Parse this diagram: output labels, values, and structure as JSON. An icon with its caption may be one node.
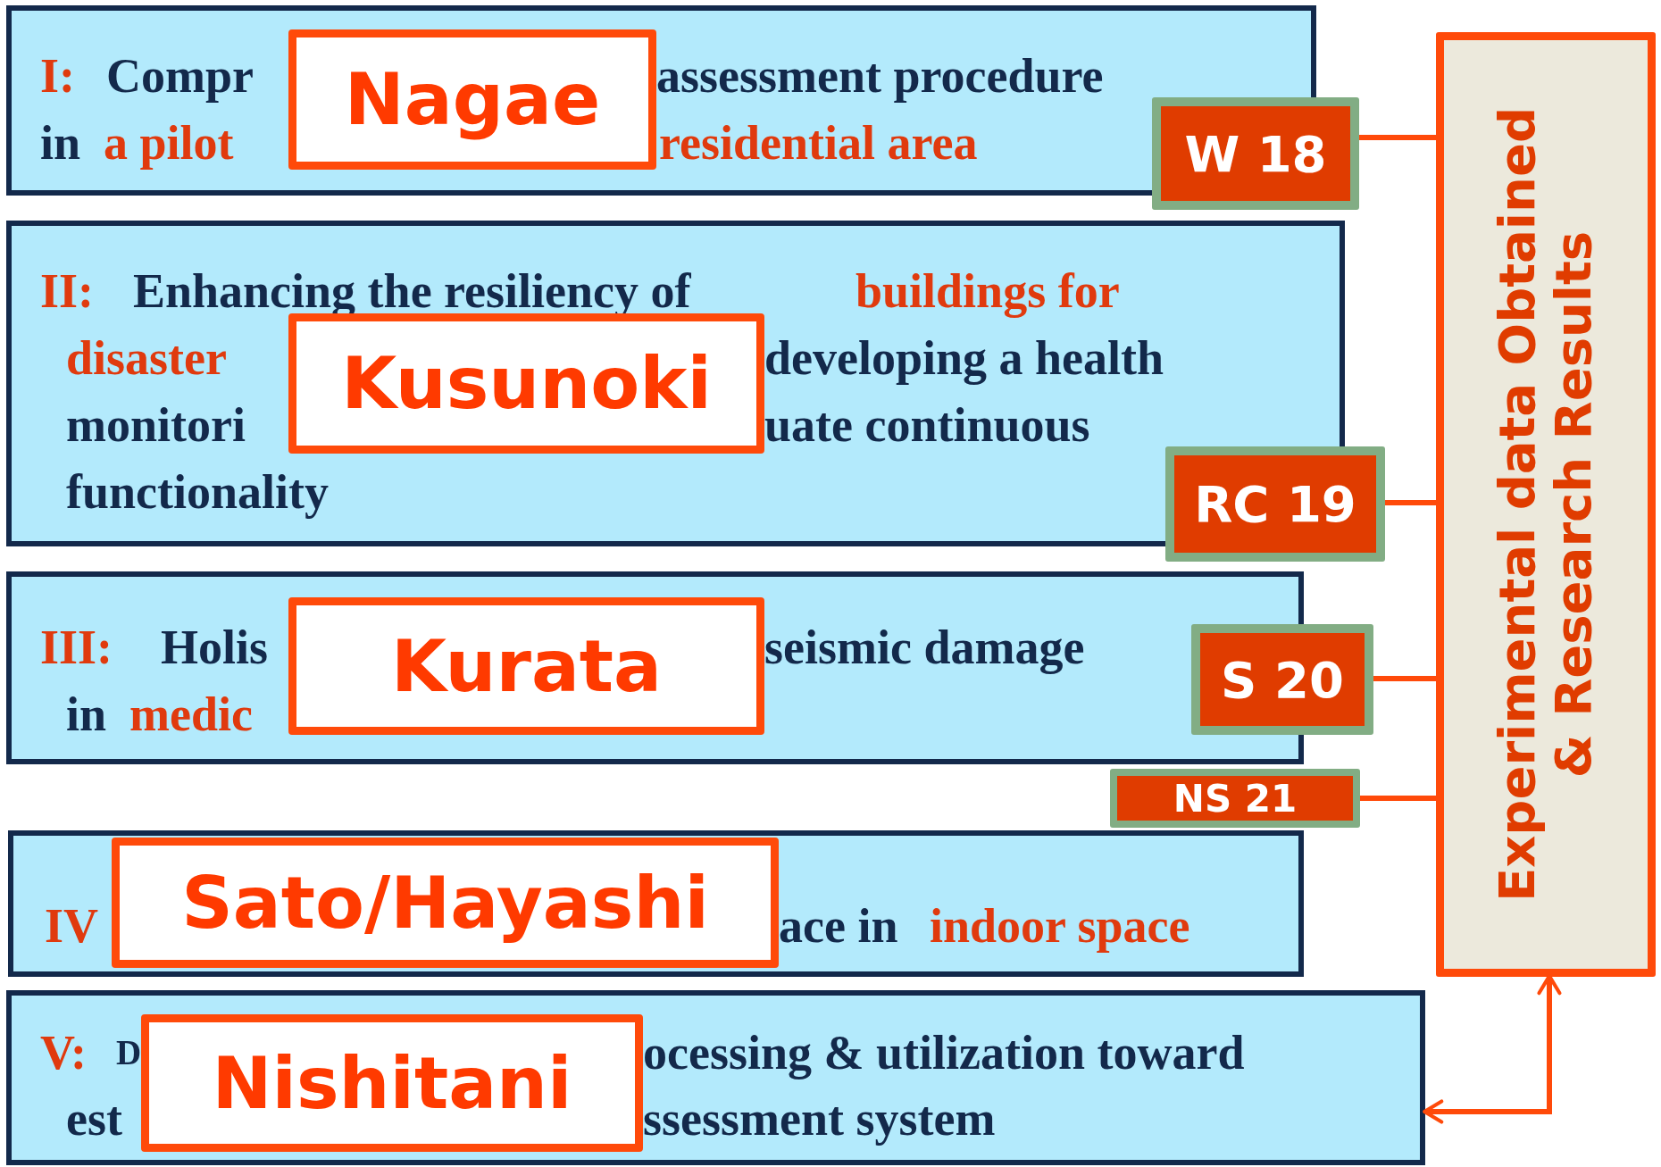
{
  "diagram": {
    "nodes": [
      {
        "text": [
          "I:",
          "Compr",
          "assessment procedure",
          "in",
          "a pilot",
          "residential area"
        ]
      },
      {
        "text": [
          "Nagae"
        ],
        "in": 0
      },
      {
        "text": [
          "W 18"
        ]
      },
      {
        "text": [
          "II:",
          "Enhancing the resiliency of",
          "buildings for",
          "disaster",
          "developing a health",
          "monitori",
          "uate continuous",
          "functionality"
        ]
      },
      {
        "text": [
          "Kusunoki"
        ],
        "in": 3
      },
      {
        "text": [
          "RC 19"
        ]
      },
      {
        "text": [
          "III:",
          "Holis",
          "seismic damage",
          "in",
          "medic"
        ]
      },
      {
        "text": [
          "Kurata"
        ],
        "in": 6
      },
      {
        "text": [
          "S 20"
        ]
      },
      {
        "text": [
          "IV",
          "ace in",
          "indoor space"
        ]
      },
      {
        "text": [
          "Sato/Hayashi"
        ],
        "in": 9
      },
      {
        "text": [
          "NS 21"
        ]
      },
      {
        "text": [
          "V:",
          "D",
          "ocessing & utilization toward",
          "est",
          "ssessment system"
        ]
      },
      {
        "text": [
          "Nishitani"
        ],
        "in": 12
      },
      {
        "text": [
          "Experimental data Obtained & Research Results"
        ]
      }
    ],
    "edges": [
      {
        "from": 2,
        "to": 14,
        "arrow": "none"
      },
      {
        "from": 5,
        "to": 14,
        "arrow": "none"
      },
      {
        "from": 8,
        "to": 14,
        "arrow": "none"
      },
      {
        "from": 11,
        "to": 14,
        "arrow": "none"
      },
      {
        "from": 12,
        "to": 14,
        "arrow": "both"
      }
    ]
  }
}
